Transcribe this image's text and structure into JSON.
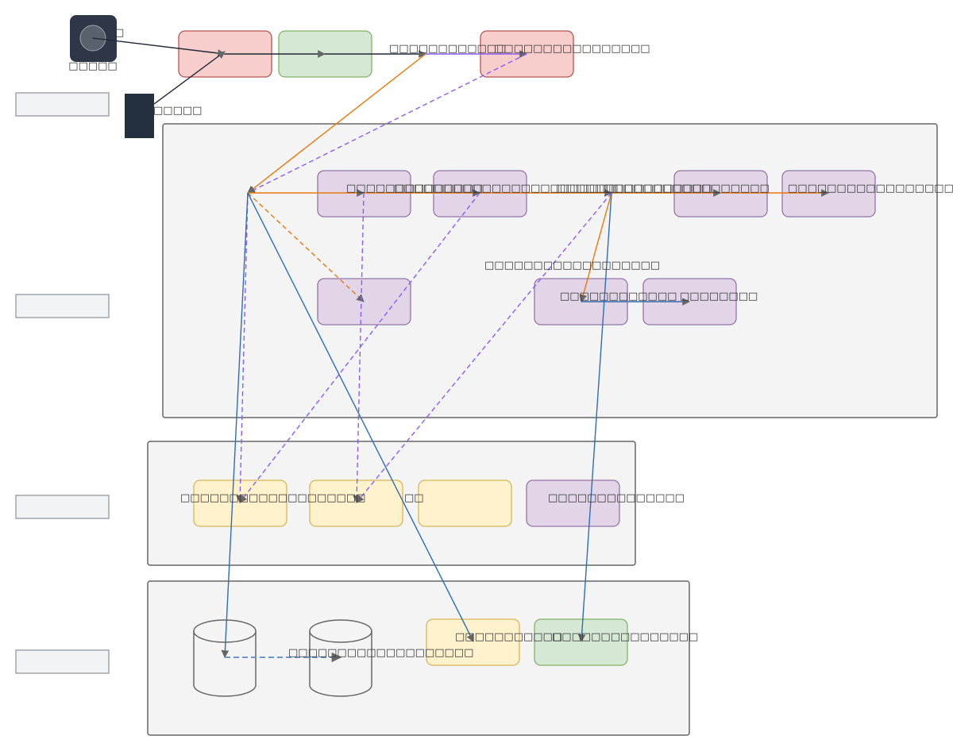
{
  "colors": {
    "actor_fill": "#2d3748",
    "actor_circle": "#58616d",
    "device_fill": "#243040",
    "red_fill": "#f8cecc",
    "red_stroke": "#b85450",
    "green_fill": "#d5e8d4",
    "green_stroke": "#82b366",
    "purple_fill": "#e1d5e7",
    "purple_stroke": "#9673a6",
    "yellow_fill": "#fff2cc",
    "yellow_stroke": "#d6b656",
    "group_fill": "#f4f4f4",
    "group_stroke": "#666666",
    "lane_fill": "#f1f3f5",
    "lane_stroke": "#a0a4ad",
    "edge_black": "#1f2937",
    "edge_orange": "#e8780c",
    "edge_purple": "#8b5cf6",
    "edge_blue": "#2f6db3",
    "arrow": "#666666"
  },
  "actors": [
    {
      "id": "user",
      "label": "□□□□□",
      "side_label": "□"
    },
    {
      "id": "device",
      "label": "□□□□□"
    }
  ],
  "lanes": [
    {
      "id": "lane-1",
      "label": ""
    },
    {
      "id": "lane-2",
      "label": ""
    },
    {
      "id": "lane-3",
      "label": ""
    },
    {
      "id": "lane-4",
      "label": ""
    }
  ],
  "groups": [
    {
      "id": "group-services"
    },
    {
      "id": "group-middleware"
    },
    {
      "id": "group-storage"
    }
  ],
  "nodes": [
    {
      "id": "n-top-red-1",
      "label": ""
    },
    {
      "id": "n-top-green",
      "label": ""
    },
    {
      "id": "n-top-red-2",
      "label": ""
    },
    {
      "id": "n-svc-1",
      "label": ""
    },
    {
      "id": "n-svc-2",
      "label": ""
    },
    {
      "id": "n-svc-3",
      "label": ""
    },
    {
      "id": "n-svc-4",
      "label": ""
    },
    {
      "id": "n-svc-5",
      "label": ""
    },
    {
      "id": "n-svc-6",
      "label": ""
    },
    {
      "id": "n-svc-7",
      "label": ""
    },
    {
      "id": "n-mw-1",
      "label": ""
    },
    {
      "id": "n-mw-2",
      "label": ""
    },
    {
      "id": "n-mw-3",
      "label": ""
    },
    {
      "id": "n-mw-4",
      "label": ""
    },
    {
      "id": "n-db-1",
      "label": ""
    },
    {
      "id": "n-db-2",
      "label": ""
    },
    {
      "id": "n-st-1",
      "label": ""
    },
    {
      "id": "n-st-2",
      "label": ""
    }
  ],
  "edge_labels": {
    "top_1": "□□□□□□□□□□□□",
    "top_2": "□□□□□□□□□□□□□□□□",
    "svc_a": "□□□□□□□□□□□□□□",
    "svc_b": "□□□□□□□□□□□□□□□□□□□□□□□",
    "svc_c": "□□□□□□□□□□□□□□□□",
    "svc_d": "□□□□□□□□□□□□□□□□□",
    "svc_e": "□□□□□□□□□□□□□□□□□□",
    "svc_f": "□□□□□□□□□□□□",
    "svc_g": "□□□□□□□□",
    "mw_a": "□□□□□□□□□□□□□□□□□□□",
    "mw_b": "□□",
    "mw_c": "□□□□□□□□□□□□□□",
    "st_a": "□□□□□□□□□□□□□□□□□□□",
    "st_b": "□□□□□□□□□□□",
    "st_c": "□□□□□□□□□□□□□□□"
  }
}
